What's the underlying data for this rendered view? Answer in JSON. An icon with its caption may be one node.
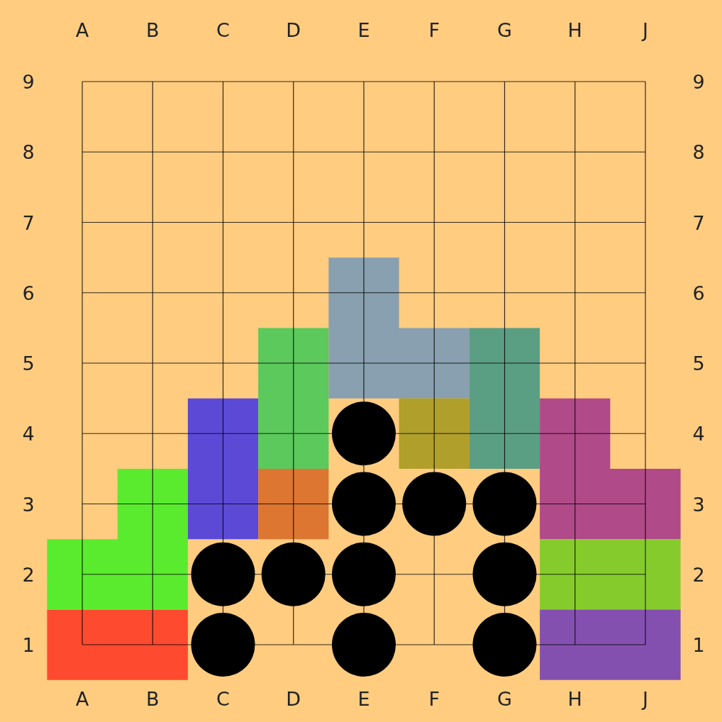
{
  "diagram": {
    "labels": [
      "A",
      "B",
      "C",
      "D",
      "E",
      "F",
      "G",
      "H",
      "J",
      "9",
      "9",
      "8",
      "8",
      "7",
      "7",
      "6",
      "6",
      "5",
      "5",
      "4",
      "4",
      "3",
      "3",
      "2",
      "2",
      "1",
      "1",
      "A",
      "B",
      "C",
      "D",
      "E",
      "F",
      "G",
      "H",
      "J"
    ]
  }
}
